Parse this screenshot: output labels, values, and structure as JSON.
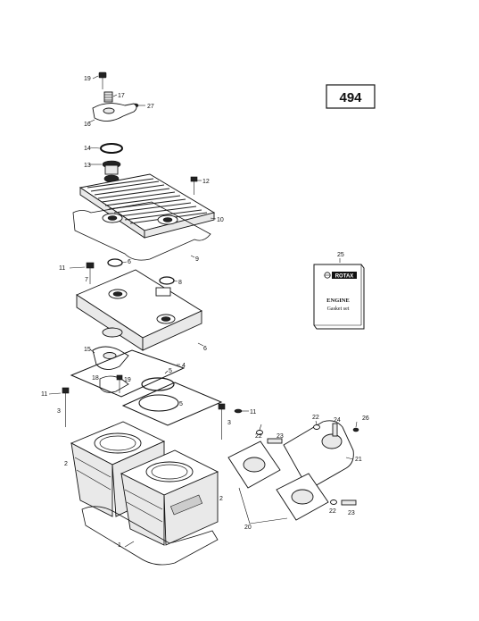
{
  "page_number": "494",
  "gasket_card": {
    "callout": "25",
    "brand": "ROTAX",
    "line1": "ENGINE",
    "line2": "Gasket set"
  },
  "callouts": [
    "19",
    "17",
    "27",
    "16",
    "14",
    "13",
    "12",
    "10",
    "9",
    "11",
    "6",
    "7",
    "8",
    "6",
    "15",
    "18",
    "19",
    "4",
    "5",
    "5",
    "11",
    "3",
    "3",
    "11",
    "22",
    "24",
    "26",
    "23",
    "21",
    "2",
    "2",
    "22",
    "23",
    "20",
    "1"
  ]
}
